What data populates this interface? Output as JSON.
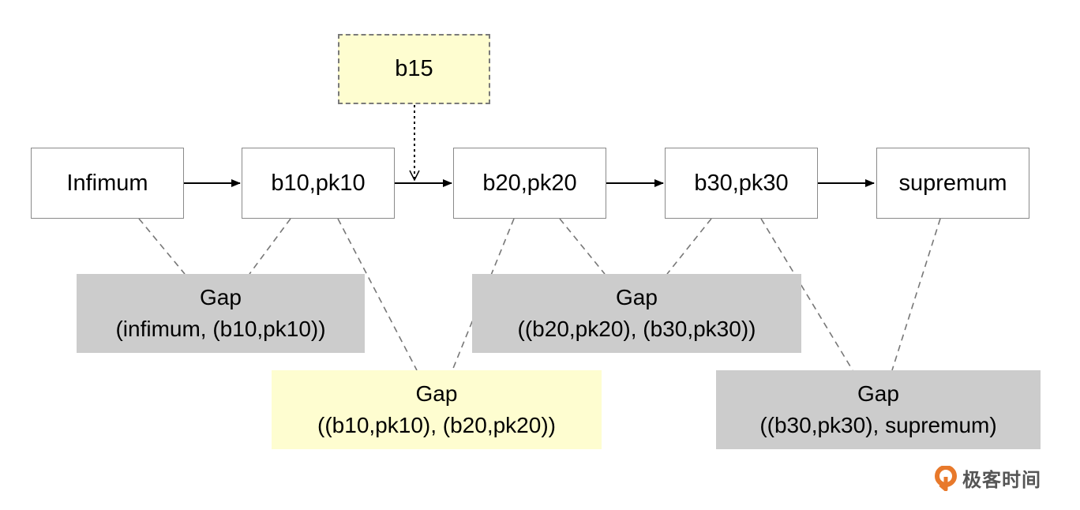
{
  "nodes": [
    {
      "id": "infimum",
      "label": "Infimum"
    },
    {
      "id": "b10",
      "label": "b10,pk10"
    },
    {
      "id": "b20",
      "label": "b20,pk20"
    },
    {
      "id": "b30",
      "label": "b30,pk30"
    },
    {
      "id": "supremum",
      "label": "supremum"
    }
  ],
  "insert_node": {
    "label": "b15",
    "color": "#fefdd0"
  },
  "gaps": [
    {
      "title": "Gap",
      "range": "(infimum, (b10,pk10))",
      "highlighted": false
    },
    {
      "title": "Gap",
      "range": "((b10,pk10), (b20,pk20))",
      "highlighted": true
    },
    {
      "title": "Gap",
      "range": "((b20,pk20), (b30,pk30))",
      "highlighted": false
    },
    {
      "title": "Gap",
      "range": "((b30,pk30), supremum)",
      "highlighted": false
    }
  ],
  "edges": [
    {
      "from": "infimum",
      "to": "b10",
      "style": "solid-arrow"
    },
    {
      "from": "b10",
      "to": "b20",
      "style": "solid-arrow"
    },
    {
      "from": "b20",
      "to": "b30",
      "style": "solid-arrow"
    },
    {
      "from": "b30",
      "to": "supremum",
      "style": "solid-arrow"
    },
    {
      "from": "b15",
      "to": "b10-b20-link",
      "style": "dotted-arrow"
    }
  ],
  "colors": {
    "gap": "#cccccc",
    "highlight": "#fefdd0",
    "border": "#8a8a8a",
    "logo": "#e8792b"
  },
  "logo": {
    "text": "极客时间",
    "icon": "geektime-logo-icon"
  }
}
